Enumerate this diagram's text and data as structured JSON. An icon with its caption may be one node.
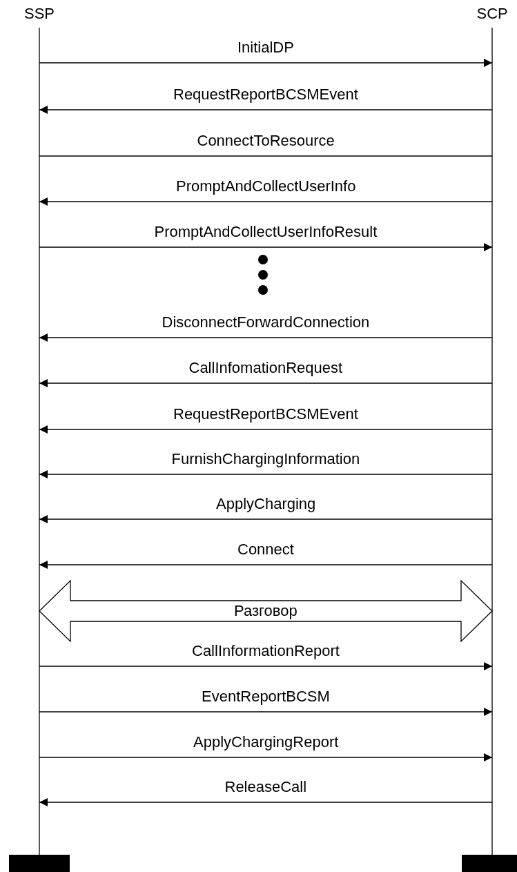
{
  "diagram": {
    "nodes": [
      {
        "text": [
          "SSP"
        ]
      },
      {
        "text": [
          "SCP"
        ]
      }
    ],
    "edges": [
      {
        "from": 0,
        "to": 1,
        "arrow": "to",
        "label": "InitialDP"
      },
      {
        "from": 1,
        "to": 0,
        "arrow": "to",
        "label": "RequestReportBCSMEvent"
      },
      {
        "from": 0,
        "to": 1,
        "arrow": "none",
        "label": "ConnectToResource"
      },
      {
        "from": 1,
        "to": 0,
        "arrow": "to",
        "label": "PromptAndCollectUserInfo"
      },
      {
        "from": 0,
        "to": 1,
        "arrow": "to",
        "label": "PromptAndCollectUserInfoResult"
      },
      {
        "from": 1,
        "to": 0,
        "arrow": "to",
        "label": "DisconnectForwardConnection"
      },
      {
        "from": 1,
        "to": 0,
        "arrow": "to",
        "label": "CallInfomationRequest"
      },
      {
        "from": 1,
        "to": 0,
        "arrow": "to",
        "label": "RequestReportBCSMEvent"
      },
      {
        "from": 1,
        "to": 0,
        "arrow": "to",
        "label": "FurnishChargingInformation"
      },
      {
        "from": 1,
        "to": 0,
        "arrow": "to",
        "label": "ApplyCharging"
      },
      {
        "from": 1,
        "to": 0,
        "arrow": "to",
        "label": "Connect"
      },
      {
        "from": 0,
        "to": 1,
        "arrow": "both",
        "label": "Разговор",
        "style": "thick"
      },
      {
        "from": 0,
        "to": 1,
        "arrow": "to",
        "label": "CallInformationReport"
      },
      {
        "from": 0,
        "to": 1,
        "arrow": "to",
        "label": "EventReportBCSM"
      },
      {
        "from": 0,
        "to": 1,
        "arrow": "to",
        "label": "ApplyChargingReport"
      },
      {
        "from": 1,
        "to": 0,
        "arrow": "to",
        "label": "ReleaseCall"
      }
    ]
  }
}
